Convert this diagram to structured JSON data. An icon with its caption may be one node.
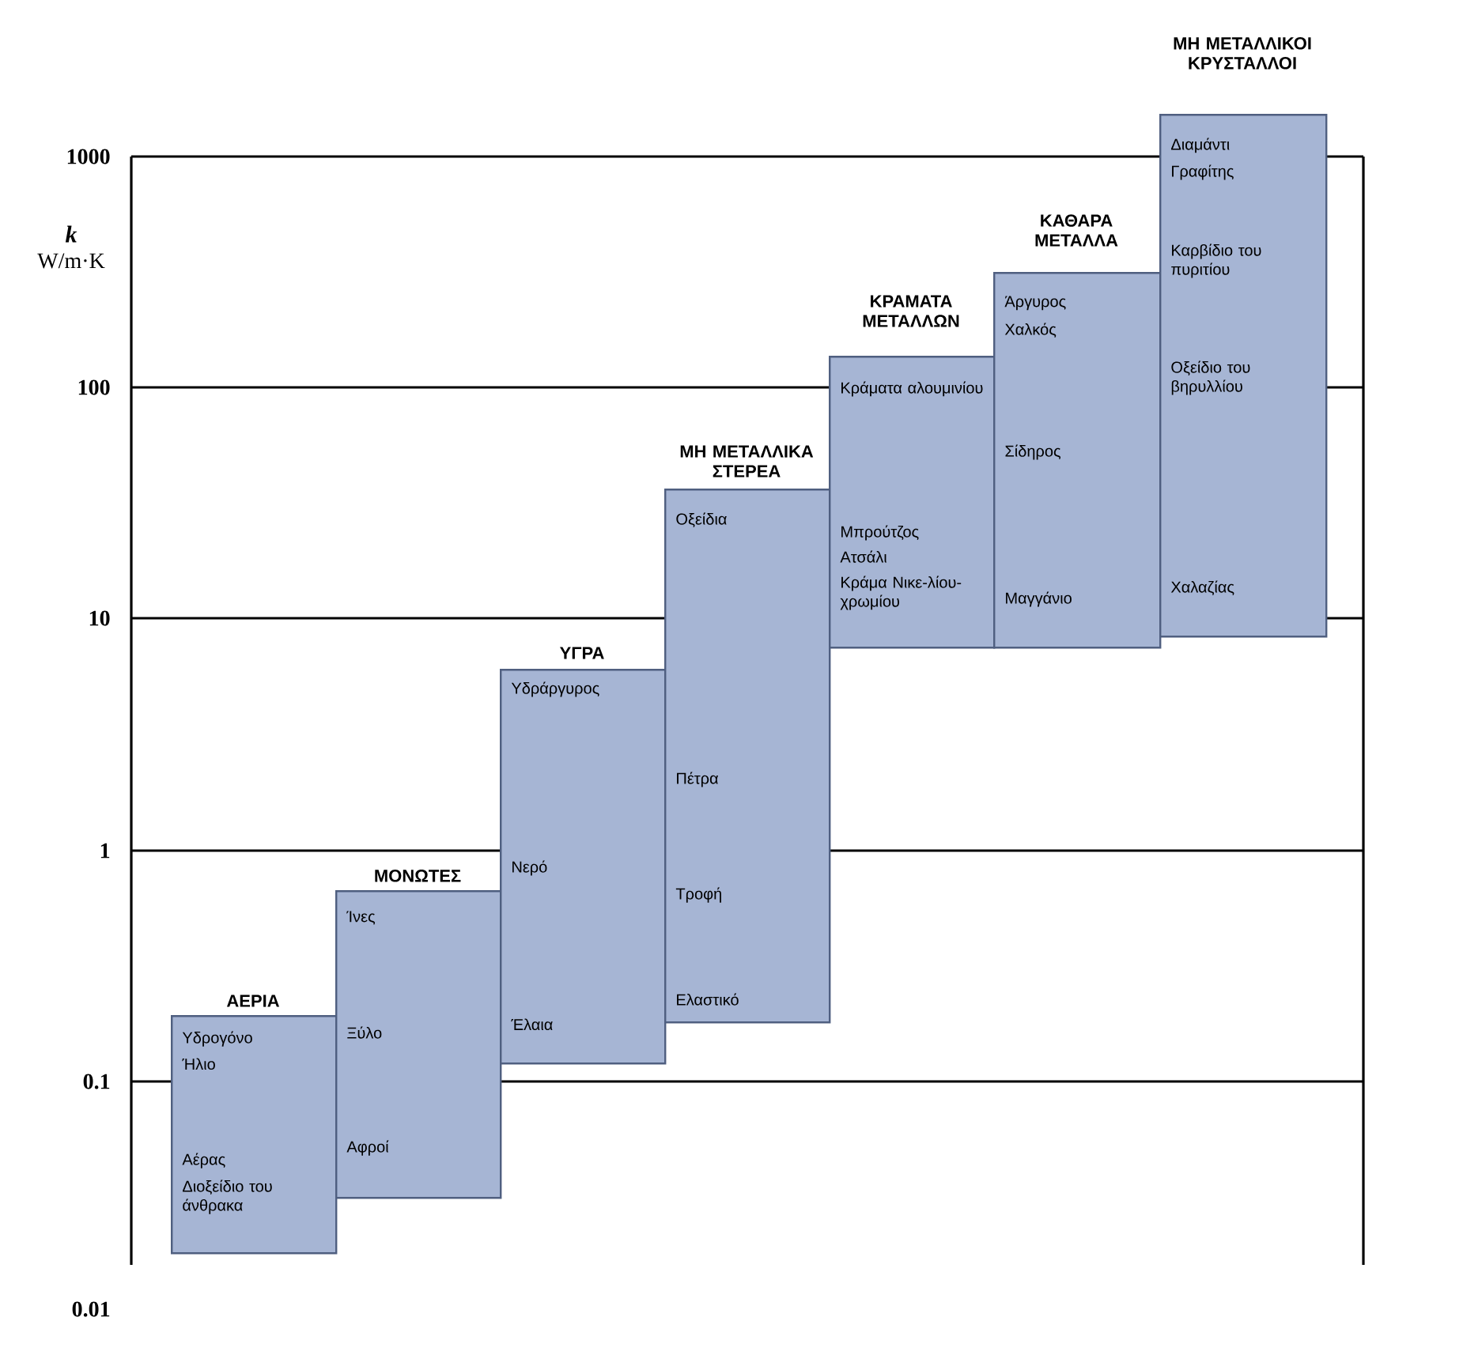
{
  "diagram": {
    "nodes": [
      {
        "text": [
          "ΑΕΡΙΑ",
          "Υδρογόνο",
          "Ήλιο",
          "Αέρας",
          "Διοξείδιο του άνθρακα"
        ]
      },
      {
        "text": [
          "ΜΟΝΩΤΕΣ",
          "Ίνες",
          "Ξύλο",
          "Αφροί"
        ]
      },
      {
        "text": [
          "ΥΓΡΑ",
          "Υδράργυρος",
          "Νερό",
          "Έλαια"
        ]
      },
      {
        "text": [
          "ΜΗ ΜΕΤΑΛΛΙΚΑ ΣΤΕΡΕΑ",
          "Οξείδια",
          "Πέτρα",
          "Τροφή",
          "Ελαστικό"
        ]
      },
      {
        "text": [
          "ΚΡΑΜΑΤΑ ΜΕΤΑΛΛΩΝ",
          "Κράματα αλουμινίου",
          "Μπρούτζος",
          "Ατσάλι",
          "Κράμα Νικε-λίου-χρωμίου"
        ]
      },
      {
        "text": [
          "ΚΑΘΑΡΑ ΜΕΤΑΛΛΑ",
          "Άργυρος",
          "Χαλκός",
          "Σίδηρος",
          "Μαγγάνιο"
        ]
      },
      {
        "text": [
          "ΜΗ ΜΕΤΑΛΛΙΚΟΙ ΚΡΥΣΤΑΛΛΟΙ",
          "Διαμάντι",
          "Γραφίτης",
          "Καρβίδιο του πυριτίου",
          "Οξείδιο του βηρυλλίου",
          "Χαλαζίας"
        ]
      }
    ],
    "labels": [
      "1000",
      "k",
      "W/m·K",
      "100",
      "10",
      "1",
      "0.1",
      "0.01"
    ]
  }
}
